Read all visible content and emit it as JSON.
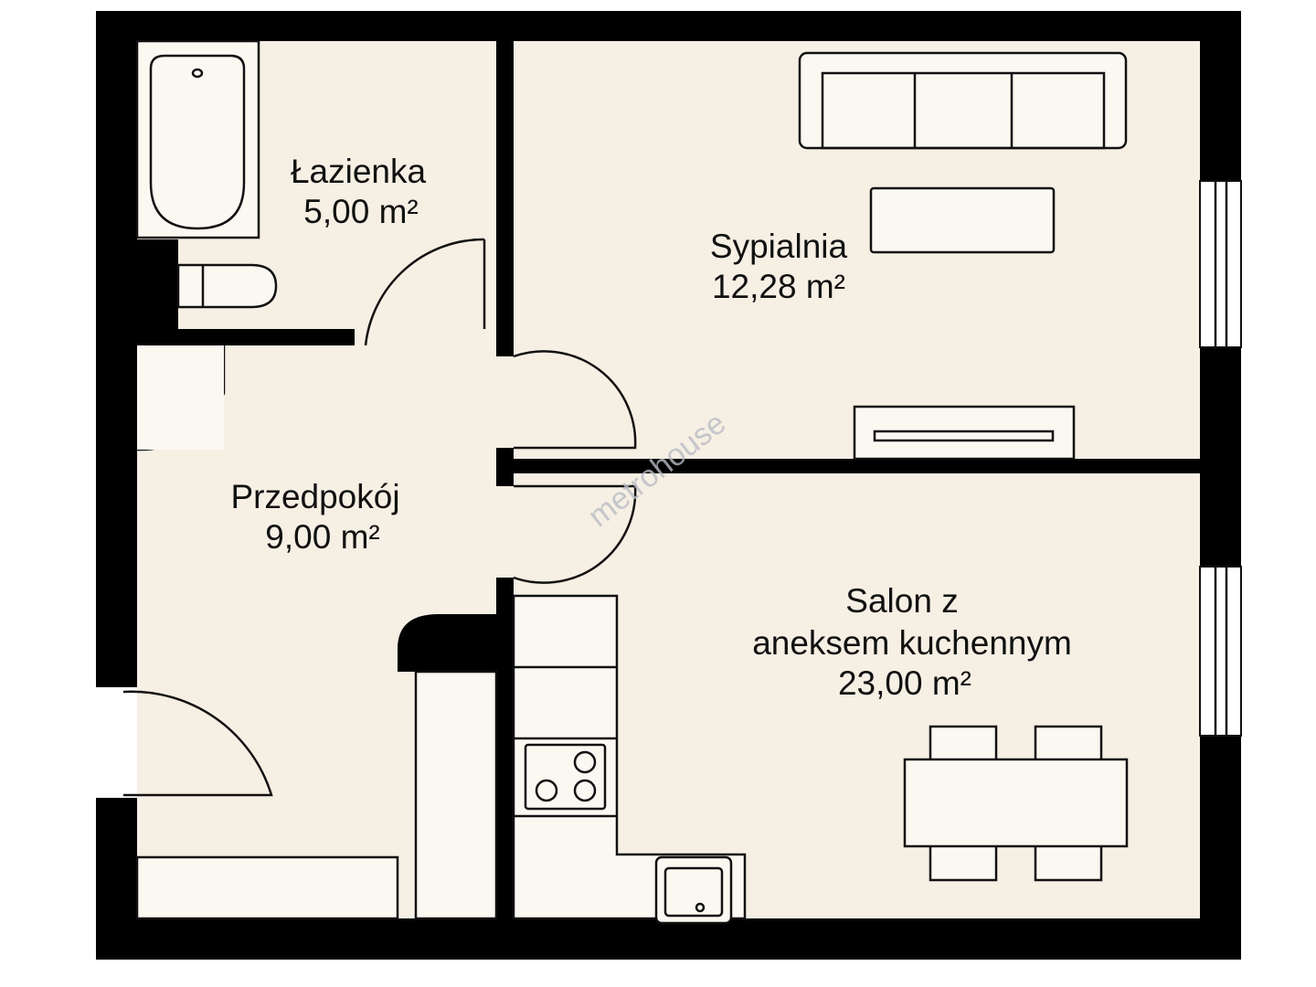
{
  "plan": {
    "rooms": [
      {
        "name": "Łazienka",
        "area": "5,00 m²"
      },
      {
        "name": "Sypialnia",
        "area": "12,28 m²"
      },
      {
        "name": "Przedpokój",
        "area": "9,00 m²"
      },
      {
        "name_line1": "Salon z",
        "name_line2": "aneksem kuchennym",
        "area": "23,00 m²"
      }
    ],
    "watermark": "metrohouse",
    "colors": {
      "floor": "#f6efe4",
      "wall": "#000000",
      "fixture": "#fbf8f2"
    }
  }
}
